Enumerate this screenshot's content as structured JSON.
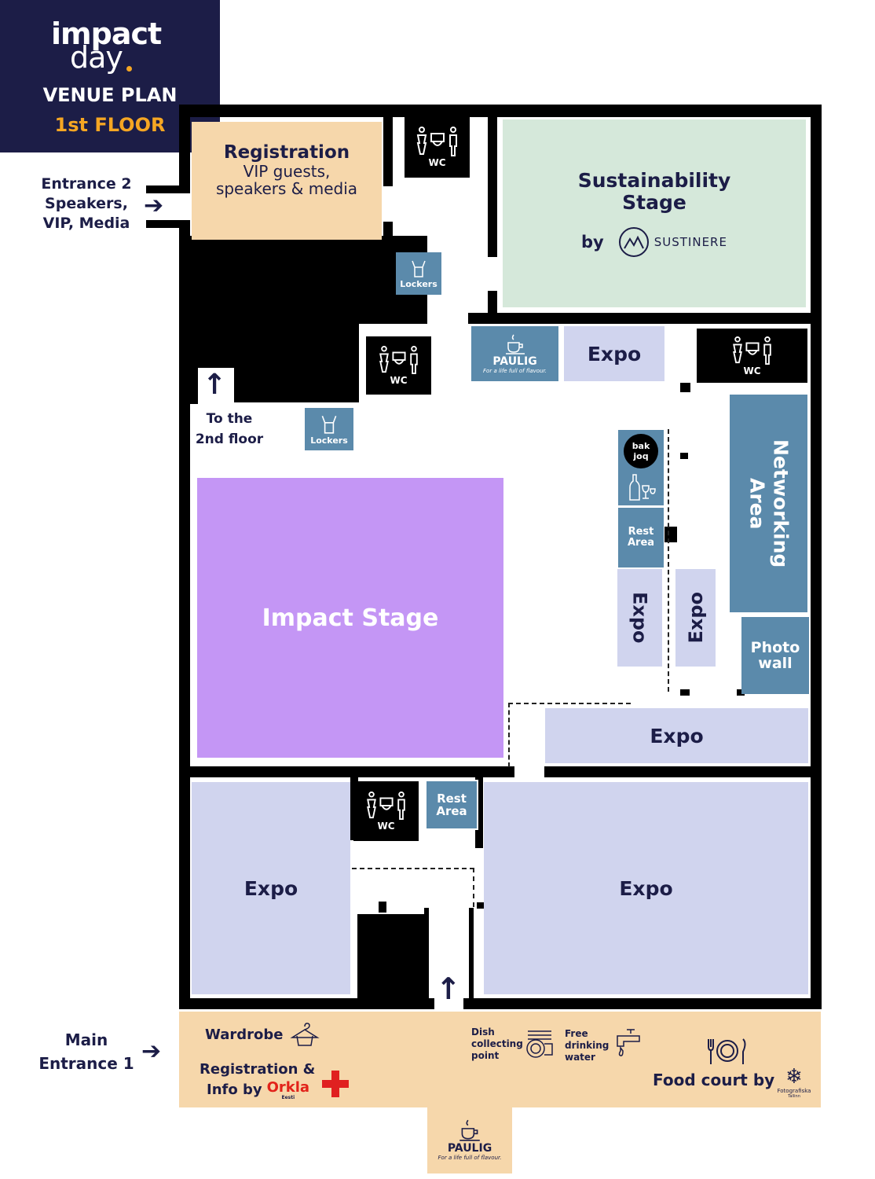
{
  "header": {
    "logo_line1": "impact",
    "logo_line2": "day",
    "title": "VENUE PLAN",
    "subtitle": "1st FLOOR",
    "bg_color": "#1c1d47",
    "accent_color": "#f5a623"
  },
  "entrances": {
    "entrance2": [
      "Entrance 2",
      "Speakers,",
      "VIP, Media"
    ],
    "main": [
      "Main",
      "Entrance 1"
    ]
  },
  "rooms": {
    "registration_vip": {
      "title": "Registration",
      "line1": "VIP guests,",
      "line2": "speakers & media"
    },
    "sustainability": {
      "title1": "Sustainability",
      "title2": "Stage",
      "by": "by",
      "sponsor": "SUSTINERE"
    },
    "impact_stage": "Impact Stage",
    "networking": [
      "Networking",
      "Area"
    ],
    "photo_wall": [
      "Photo",
      "wall"
    ],
    "rest_area": [
      "Rest",
      "Area"
    ],
    "expo": "Expo",
    "wc": "WC",
    "lockers": "Lockers",
    "stairs": [
      "To the",
      "2nd floor"
    ]
  },
  "sponsors": {
    "paulig": "PAULIG",
    "paulig_tagline": "For a life full of flavour.",
    "bar": "bak joq",
    "orkla": "Orkla",
    "orkla_sub": "Eesti",
    "fotografiska": "Fotografiska",
    "fotografiska_sub": "Tallinn"
  },
  "lobby": {
    "wardrobe": "Wardrobe",
    "registration_line1": "Registration &",
    "registration_line2": "Info by",
    "dish_point": [
      "Dish",
      "collecting",
      "point"
    ],
    "water": [
      "Free",
      "drinking",
      "water"
    ],
    "food_court": "Food court by"
  },
  "icons": [
    "toilet-icon",
    "locker-icon",
    "coffee-cup-icon",
    "hanger-icon",
    "red-cross-icon",
    "dishes-icon",
    "water-tap-icon",
    "plate-cutlery-icon",
    "wine-icon",
    "arrow-right-icon",
    "arrow-up-icon"
  ],
  "colors": {
    "registration": "#f6d7ab",
    "sustainability": "#d5e8da",
    "impact_stage": "#c496f5",
    "expo": "#d0d4ee",
    "blue_area": "#5b8aab",
    "lobby": "#f6d7ab",
    "red_cross": "#e02020"
  }
}
